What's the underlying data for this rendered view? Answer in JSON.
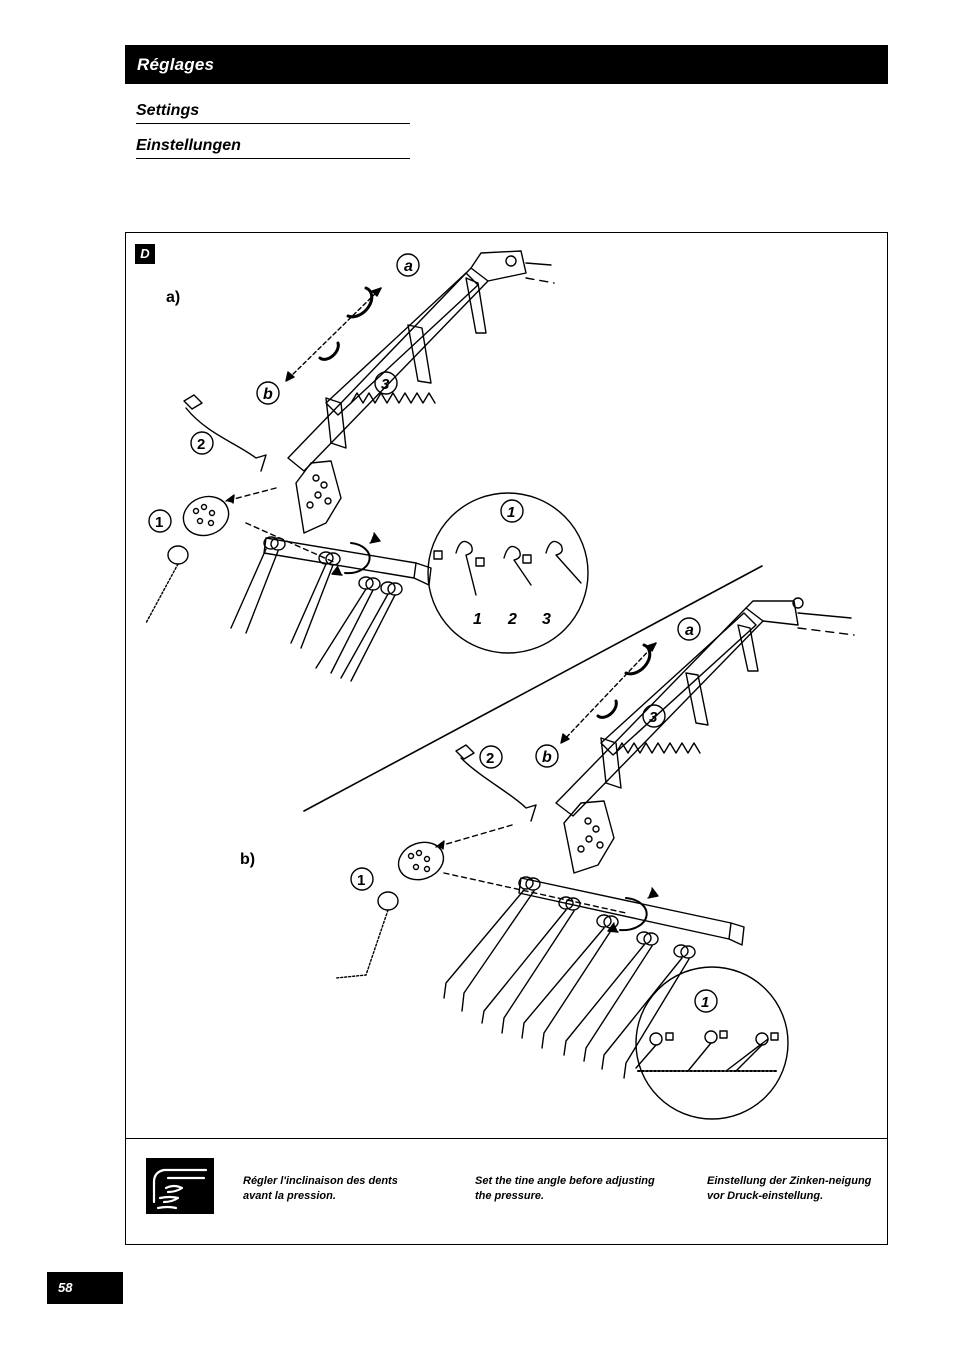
{
  "header": {
    "title": "Réglages"
  },
  "subtitles": {
    "en": "Settings",
    "de": "Einstellungen"
  },
  "figure": {
    "tag": "D",
    "part_a": "a)",
    "part_b": "b)",
    "callouts": {
      "a": "a",
      "b": "b",
      "one": "1",
      "two": "2",
      "three": "3"
    },
    "positions": [
      "1",
      "2",
      "3"
    ]
  },
  "note": {
    "icon": "pointing-hand-icon",
    "fr": "Régler l'inclinaison des dents avant la pression.",
    "en": "Set the tine angle before adjusting the pressure.",
    "de": "Einstellung der Zinken-neigung vor Druck-einstellung."
  },
  "page_number": "58"
}
